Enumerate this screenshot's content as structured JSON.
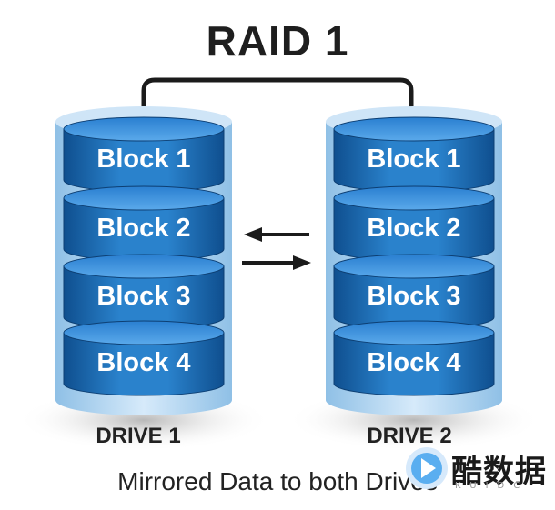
{
  "title": "RAID 1",
  "drives": [
    {
      "label": "DRIVE 1",
      "blocks": [
        "Block 1",
        "Block 2",
        "Block 3",
        "Block 4"
      ]
    },
    {
      "label": "DRIVE 2",
      "blocks": [
        "Block 1",
        "Block 2",
        "Block 3",
        "Block 4"
      ]
    }
  ],
  "caption": "Mirrored Data to both Drives",
  "watermark": {
    "text": "酷数据",
    "sub": "KUIDC"
  },
  "colors": {
    "block": "#1f6fb5",
    "block_top": "#4a9be0",
    "outer": "#bcd9f0",
    "text": "#1e1e1e"
  }
}
